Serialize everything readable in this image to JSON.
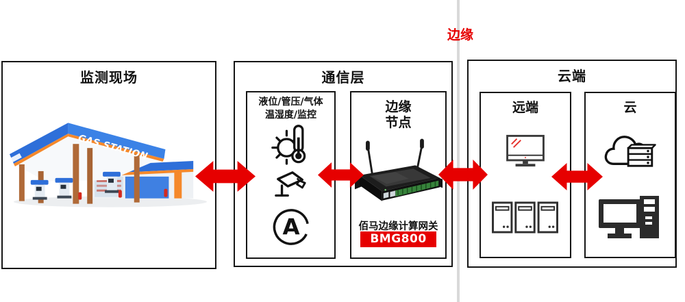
{
  "divider_label": "边缘",
  "site": {
    "title": "监测现场",
    "sign": "GAS STATION"
  },
  "comm": {
    "title": "通信层",
    "sensor_box": {
      "line1": "液位/管压/气体",
      "line2": "温湿度/监控"
    },
    "edge_box": {
      "line1": "边缘",
      "line2": "节点",
      "caption": "佰马边缘计算网关",
      "model": "BMG800"
    }
  },
  "cloud": {
    "title": "云端",
    "remote": {
      "title": "远端"
    },
    "cloud_box": {
      "title": "云"
    }
  },
  "icons": {
    "thermometer-sun-icon": "temperature/humidity sensing",
    "cctv-camera-icon": "video monitoring",
    "ammeter-icon": "current meter (circle A)",
    "monitor-icon": "remote monitor screen",
    "server-towers-icon": "three server hosts",
    "cloud-server-icon": "cloud with server rack",
    "desktop-pc-icon": "desktop computer with tower",
    "gas-station-image": "gas station site photo",
    "edge-gateway-router-image": "BMG800 edge gateway device"
  },
  "colors": {
    "accent": "#e60000",
    "panel_border": "#151515",
    "divider": "#d9d9d9"
  }
}
